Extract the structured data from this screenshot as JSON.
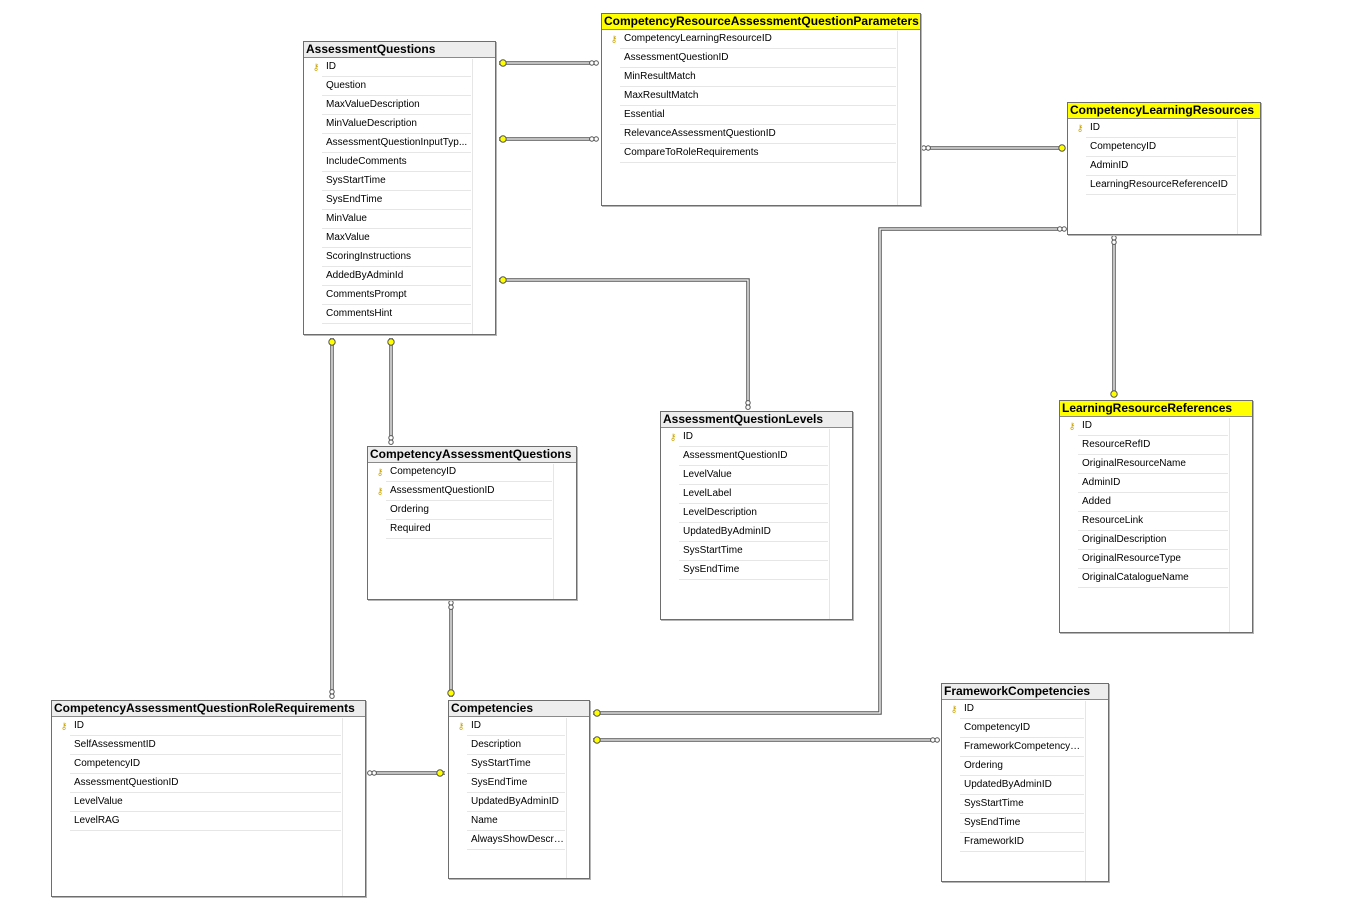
{
  "tables": {
    "assessment_questions": {
      "title": "AssessmentQuestions",
      "columns": [
        "ID",
        "Question",
        "MaxValueDescription",
        "MinValueDescription",
        "AssessmentQuestionInputTyp...",
        "IncludeComments",
        "SysStartTime",
        "SysEndTime",
        "MinValue",
        "MaxValue",
        "ScoringInstructions",
        "AddedByAdminId",
        "CommentsPrompt",
        "CommentsHint"
      ],
      "keys": [
        true,
        false,
        false,
        false,
        false,
        false,
        false,
        false,
        false,
        false,
        false,
        false,
        false,
        false
      ]
    },
    "crqp": {
      "title": "CompetencyResourceAssessmentQuestionParameters",
      "columns": [
        "CompetencyLearningResourceID",
        "AssessmentQuestionID",
        "MinResultMatch",
        "MaxResultMatch",
        "Essential",
        "RelevanceAssessmentQuestionID",
        "CompareToRoleRequirements"
      ],
      "keys": [
        true,
        false,
        false,
        false,
        false,
        false,
        false
      ]
    },
    "competency_learning_resources": {
      "title": "CompetencyLearningResources",
      "columns": [
        "ID",
        "CompetencyID",
        "AdminID",
        "LearningResourceReferenceID"
      ],
      "keys": [
        true,
        false,
        false,
        false
      ]
    },
    "learning_resource_references": {
      "title": "LearningResourceReferences",
      "columns": [
        "ID",
        "ResourceRefID",
        "OriginalResourceName",
        "AdminID",
        "Added",
        "ResourceLink",
        "OriginalDescription",
        "OriginalResourceType",
        "OriginalCatalogueName"
      ],
      "keys": [
        true,
        false,
        false,
        false,
        false,
        false,
        false,
        false,
        false
      ]
    },
    "competency_assessment_questions": {
      "title": "CompetencyAssessmentQuestions",
      "columns": [
        "CompetencyID",
        "AssessmentQuestionID",
        "Ordering",
        "Required"
      ],
      "keys": [
        true,
        true,
        false,
        false
      ]
    },
    "assessment_question_levels": {
      "title": "AssessmentQuestionLevels",
      "columns": [
        "ID",
        "AssessmentQuestionID",
        "LevelValue",
        "LevelLabel",
        "LevelDescription",
        "UpdatedByAdminID",
        "SysStartTime",
        "SysEndTime"
      ],
      "keys": [
        true,
        false,
        false,
        false,
        false,
        false,
        false,
        false
      ]
    },
    "caqrr": {
      "title": "CompetencyAssessmentQuestionRoleRequirements",
      "columns": [
        "ID",
        "SelfAssessmentID",
        "CompetencyID",
        "AssessmentQuestionID",
        "LevelValue",
        "LevelRAG"
      ],
      "keys": [
        true,
        false,
        false,
        false,
        false,
        false
      ]
    },
    "competencies": {
      "title": "Competencies",
      "columns": [
        "ID",
        "Description",
        "SysStartTime",
        "SysEndTime",
        "UpdatedByAdminID",
        "Name",
        "AlwaysShowDescription"
      ],
      "keys": [
        true,
        false,
        false,
        false,
        false,
        false,
        false
      ]
    },
    "framework_competencies": {
      "title": "FrameworkCompetencies",
      "columns": [
        "ID",
        "CompetencyID",
        "FrameworkCompetencyGrou...",
        "Ordering",
        "UpdatedByAdminID",
        "SysStartTime",
        "SysEndTime",
        "FrameworkID"
      ],
      "keys": [
        true,
        false,
        false,
        false,
        false,
        false,
        false,
        false
      ]
    }
  },
  "colors": {
    "highlight": "#ffff00",
    "title_bar": "#ededed",
    "key_icon": "#c9a400",
    "line": "#555555"
  },
  "icons": {
    "primary_key": "key-icon",
    "one_end": "key-end-icon",
    "many_end": "infinity-icon"
  }
}
